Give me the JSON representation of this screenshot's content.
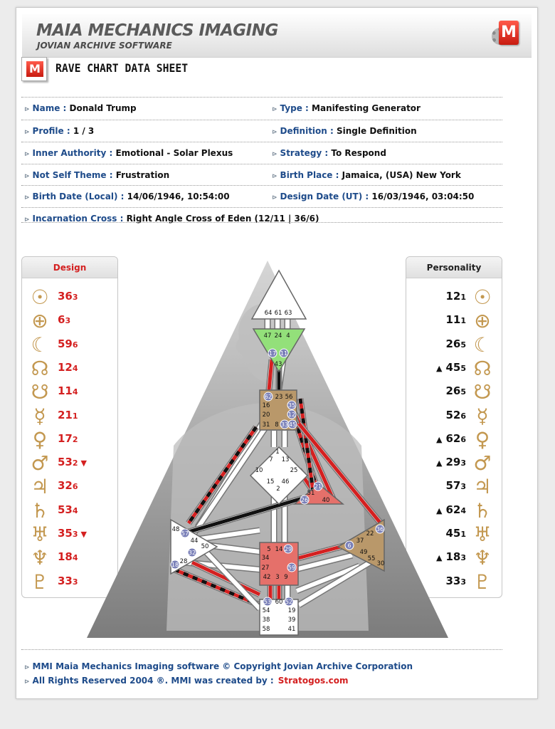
{
  "header": {
    "app_title": "MAIA MECHANICS IMAGING",
    "app_subtitle": "JOVIAN ARCHIVE SOFTWARE",
    "logo_letter": "M"
  },
  "sheet": {
    "title": "RAVE CHART DATA SHEET",
    "icon_letter": "M"
  },
  "fields": {
    "name": {
      "label": "Name :",
      "value": "Donald Trump"
    },
    "type": {
      "label": "Type :",
      "value": "Manifesting Generator"
    },
    "profile": {
      "label": "Profile :",
      "value": "1 / 3"
    },
    "definition": {
      "label": "Definition :",
      "value": "Single Definition"
    },
    "inner_authority": {
      "label": "Inner Authority :",
      "value": "Emotional - Solar Plexus"
    },
    "strategy": {
      "label": "Strategy :",
      "value": "To Respond"
    },
    "not_self_theme": {
      "label": "Not Self Theme :",
      "value": "Frustration"
    },
    "birth_place": {
      "label": "Birth Place :",
      "value": "Jamaica, (USA)  New York"
    },
    "birth_date": {
      "label": "Birth Date (Local) :",
      "value": "14/06/1946, 10:54:00"
    },
    "design_date": {
      "label": "Design Date (UT) :",
      "value": "16/03/1946, 03:04:50"
    },
    "incarnation_cross": {
      "label": "Incarnation Cross :",
      "value": "Right Angle Cross of Eden (12/11 | 36/6)"
    }
  },
  "bullet": "⊳",
  "planet_icons": [
    "sun-icon",
    "earth-icon",
    "moon-icon",
    "north-node-icon",
    "south-node-icon",
    "mercury-icon",
    "venus-icon",
    "mars-icon",
    "jupiter-icon",
    "saturn-icon",
    "uranus-icon",
    "neptune-icon",
    "pluto-icon"
  ],
  "planet_glyphs": [
    "☉",
    "⊕",
    "☾",
    "☊",
    "☋",
    "☿",
    "♀",
    "♂",
    "♃",
    "♄",
    "♅",
    "♆",
    "♇"
  ],
  "design": {
    "title": "Design",
    "activations": [
      {
        "gate": "36",
        "line": "3",
        "mark": ""
      },
      {
        "gate": "6",
        "line": "3",
        "mark": ""
      },
      {
        "gate": "59",
        "line": "6",
        "mark": ""
      },
      {
        "gate": "12",
        "line": "4",
        "mark": ""
      },
      {
        "gate": "11",
        "line": "4",
        "mark": ""
      },
      {
        "gate": "21",
        "line": "1",
        "mark": ""
      },
      {
        "gate": "17",
        "line": "2",
        "mark": ""
      },
      {
        "gate": "53",
        "line": "2",
        "mark": "▼"
      },
      {
        "gate": "32",
        "line": "6",
        "mark": ""
      },
      {
        "gate": "53",
        "line": "4",
        "mark": ""
      },
      {
        "gate": "35",
        "line": "3",
        "mark": "▼"
      },
      {
        "gate": "18",
        "line": "4",
        "mark": ""
      },
      {
        "gate": "33",
        "line": "3",
        "mark": ""
      }
    ]
  },
  "personality": {
    "title": "Personality",
    "activations": [
      {
        "gate": "12",
        "line": "1",
        "mark": ""
      },
      {
        "gate": "11",
        "line": "1",
        "mark": ""
      },
      {
        "gate": "26",
        "line": "5",
        "mark": ""
      },
      {
        "gate": "45",
        "line": "5",
        "mark": "▲"
      },
      {
        "gate": "26",
        "line": "5",
        "mark": ""
      },
      {
        "gate": "52",
        "line": "6",
        "mark": ""
      },
      {
        "gate": "62",
        "line": "6",
        "mark": "▲"
      },
      {
        "gate": "29",
        "line": "3",
        "mark": "▲"
      },
      {
        "gate": "57",
        "line": "3",
        "mark": ""
      },
      {
        "gate": "62",
        "line": "4",
        "mark": "▲"
      },
      {
        "gate": "45",
        "line": "1",
        "mark": ""
      },
      {
        "gate": "18",
        "line": "3",
        "mark": "▲"
      },
      {
        "gate": "33",
        "line": "3",
        "mark": ""
      }
    ]
  },
  "bodygraph": {
    "colors": {
      "design": "#d42020",
      "personality": "#111111",
      "channel_empty": "#ffffff",
      "gate_circle": "#7a80b8"
    },
    "centers": [
      {
        "name": "head",
        "fill": "#ffffff",
        "gates": [
          "64",
          "61",
          "63"
        ]
      },
      {
        "name": "ajna",
        "fill": "#93e07a",
        "gates": [
          "47",
          "24",
          "4",
          "17",
          "11",
          "43"
        ]
      },
      {
        "name": "throat",
        "fill": "#b9986a",
        "gates": [
          "62",
          "23",
          "56",
          "16",
          "35",
          "20",
          "12",
          "31",
          "8",
          "33",
          "45"
        ]
      },
      {
        "name": "g",
        "fill": "#ffffff",
        "gates": [
          "1",
          "7",
          "13",
          "10",
          "25",
          "15",
          "46",
          "2"
        ]
      },
      {
        "name": "heart",
        "fill": "#e5706a",
        "gates": [
          "21",
          "51",
          "26",
          "40"
        ]
      },
      {
        "name": "spleen",
        "fill": "#ffffff",
        "gates": [
          "48",
          "57",
          "44",
          "50",
          "32",
          "28",
          "18"
        ]
      },
      {
        "name": "solar-plexus",
        "fill": "#b9986a",
        "gates": [
          "36",
          "22",
          "37",
          "6",
          "49",
          "55",
          "30"
        ]
      },
      {
        "name": "sacral",
        "fill": "#e5706a",
        "gates": [
          "5",
          "14",
          "29",
          "34",
          "27",
          "59",
          "42",
          "3",
          "9"
        ]
      },
      {
        "name": "root",
        "fill": "#ffffff",
        "gates": [
          "53",
          "60",
          "52",
          "54",
          "19",
          "38",
          "39",
          "58",
          "41"
        ]
      }
    ]
  },
  "footer": {
    "copyright": "MMI Maia Mechanics Imaging software © Copyright Jovian Archive Corporation",
    "rights": "All Rights Reserved 2004 ®. MMI was created by :",
    "creator_link": "Stratogos.com"
  }
}
